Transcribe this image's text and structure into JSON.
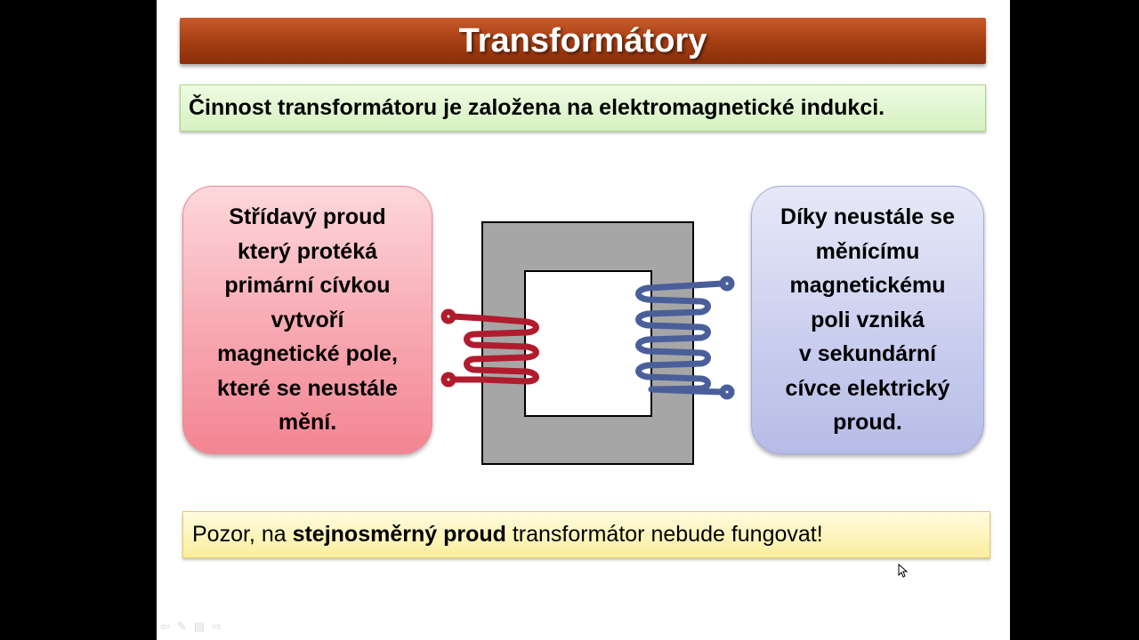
{
  "slide": {
    "title": "Transformátory",
    "intro": "Činnost transformátoru je založena na elektromagnetické indukci.",
    "left_box": {
      "lines": [
        "Střídavý proud",
        "který protéká",
        "primární cívkou",
        "vytvoří",
        "magnetické pole,",
        "které se neustále",
        "mění."
      ]
    },
    "right_box": {
      "lines": [
        "Díky neustále se",
        "měnícímu",
        "magnetickému",
        "poli vzniká",
        "v sekundární",
        "cívce elektrický",
        "proud."
      ]
    },
    "warning": {
      "prefix": "Pozor, na ",
      "bold": "stejnosměrný proud",
      "suffix": " transformátor nebude fungovat!"
    }
  },
  "nav_icons": [
    "prev-arrow-icon",
    "pen-icon",
    "menu-icon",
    "next-arrow-icon"
  ],
  "colors": {
    "title_bar": "#a33d12",
    "primary_coil": "#b01c2e",
    "secondary_coil": "#4a5f9a",
    "core": "#a6a6a6"
  }
}
